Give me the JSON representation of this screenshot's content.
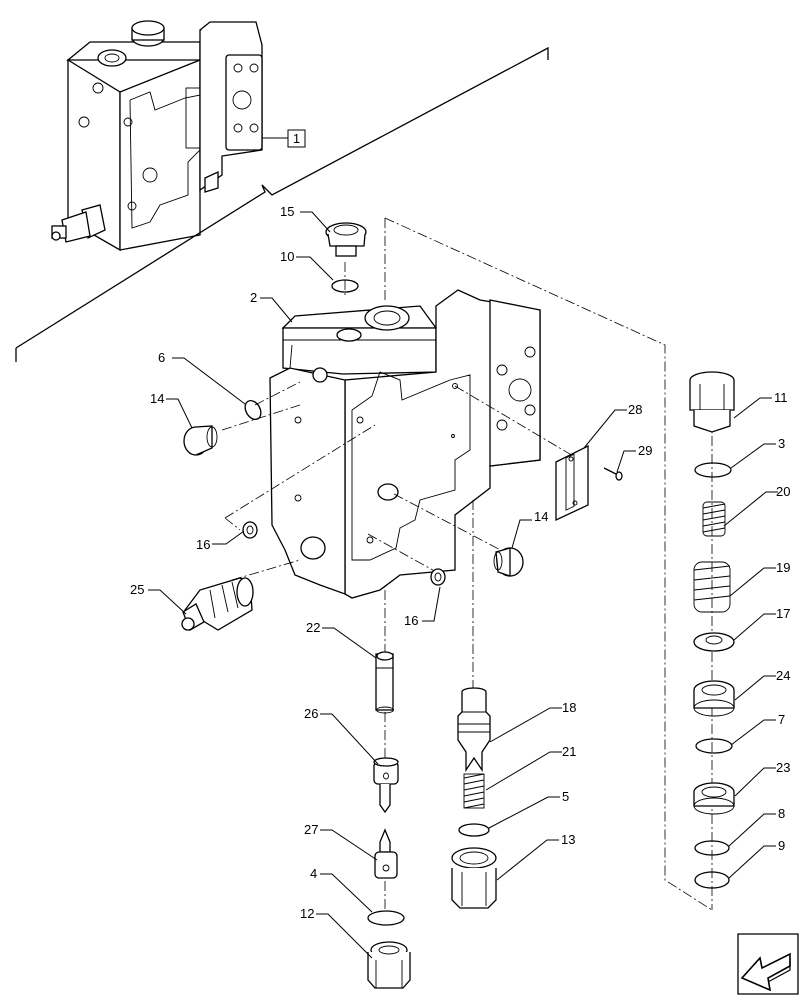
{
  "callouts": {
    "c1": "1",
    "c2": "2",
    "c3": "3",
    "c4": "4",
    "c5": "5",
    "c6": "6",
    "c7": "7",
    "c8": "8",
    "c9": "9",
    "c10": "10",
    "c11": "11",
    "c12": "12",
    "c13": "13",
    "c14a": "14",
    "c14b": "14",
    "c15": "15",
    "c16a": "16",
    "c16b": "16",
    "c17": "17",
    "c18": "18",
    "c19": "19",
    "c20": "20",
    "c21": "21",
    "c22": "22",
    "c23": "23",
    "c24": "24",
    "c25": "25",
    "c26": "26",
    "c27": "27",
    "c28": "28",
    "c29": "29"
  },
  "nav": {
    "icon": "arrow-left-down-icon"
  }
}
